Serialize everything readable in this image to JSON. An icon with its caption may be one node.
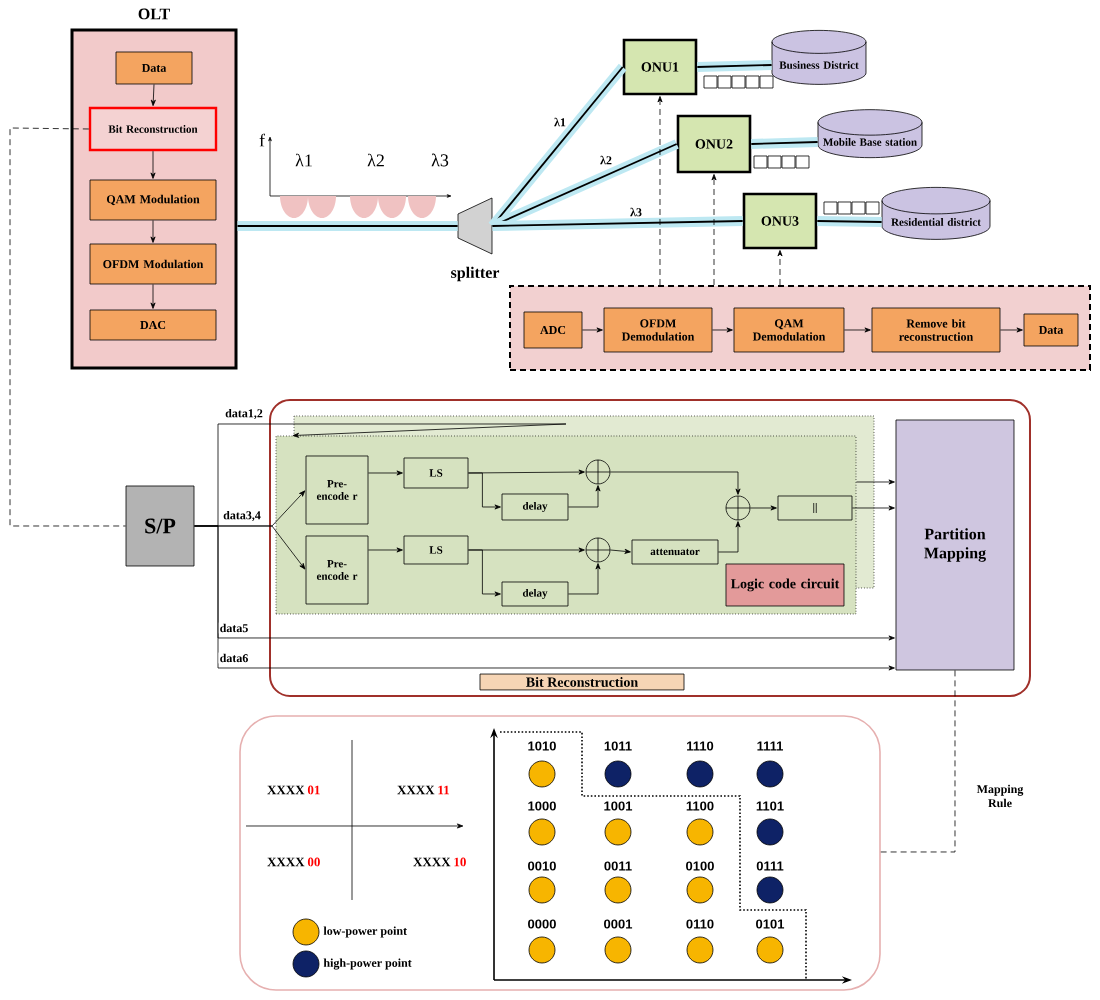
{
  "diagram": {
    "nodes": [
      {
        "text": [
          "OLT"
        ]
      },
      {
        "text": [
          "Data"
        ],
        "in": 0
      },
      {
        "text": [
          "Bit Reconstruction"
        ],
        "in": 0
      },
      {
        "text": [
          "QAM Modulation"
        ],
        "in": 0
      },
      {
        "text": [
          "OFDM Modulation"
        ],
        "in": 0
      },
      {
        "text": [
          "DAC"
        ],
        "in": 0
      },
      {
        "text": [
          "splitter"
        ]
      },
      {
        "text": [
          "ONU1"
        ]
      },
      {
        "text": [
          "Business District"
        ]
      },
      {
        "text": [
          "ONU2"
        ]
      },
      {
        "text": [
          "Mobile Base station"
        ]
      },
      {
        "text": [
          "ONU3"
        ]
      },
      {
        "text": [
          "Residential district"
        ]
      },
      {
        "text": [],
        "shape": "box"
      },
      {
        "text": [
          "ADC"
        ],
        "in": 13
      },
      {
        "text": [
          "OFDM Demodulation"
        ],
        "in": 13
      },
      {
        "text": [
          "QAM Demodulation"
        ],
        "in": 13
      },
      {
        "text": [
          "Remove bit reconstruction"
        ],
        "in": 13
      },
      {
        "text": [
          "Data"
        ],
        "in": 13
      },
      {
        "text": [
          "S/P"
        ]
      },
      {
        "text": [
          "Bit Reconstruction"
        ]
      },
      {
        "text": [],
        "shape": "box",
        "in": 20
      },
      {
        "text": [
          "Pre- encode r"
        ],
        "in": 21
      },
      {
        "text": [
          "Pre- encode r"
        ],
        "in": 21
      },
      {
        "text": [
          "LS"
        ],
        "in": 21
      },
      {
        "text": [
          "LS"
        ],
        "in": 21
      },
      {
        "text": [
          "delay"
        ],
        "in": 21
      },
      {
        "text": [
          "delay"
        ],
        "in": 21
      },
      {
        "text": [],
        "shape": "circle",
        "in": 21
      },
      {
        "text": [],
        "shape": "circle",
        "in": 21
      },
      {
        "text": [
          "attenuator"
        ],
        "in": 21
      },
      {
        "text": [],
        "shape": "circle",
        "in": 21
      },
      {
        "text": [
          "||"
        ],
        "in": 21
      },
      {
        "text": [
          "Logic code circuit"
        ],
        "in": 21
      },
      {
        "text": [
          "Partition Mapping"
        ],
        "in": 20
      },
      {
        "text": [],
        "shape": "box"
      }
    ],
    "edges": [
      {
        "from": 1,
        "to": 2,
        "arrow": "to"
      },
      {
        "from": 2,
        "to": 3,
        "arrow": "to"
      },
      {
        "from": 3,
        "to": 4,
        "arrow": "to"
      },
      {
        "from": 4,
        "to": 5,
        "arrow": "to"
      },
      {
        "from": 0,
        "to": 6,
        "arrow": "none",
        "style": "thick",
        "color": "#bde8f2"
      },
      {
        "from": 6,
        "to": 7,
        "arrow": "none",
        "label": "λ1",
        "style": "thick",
        "color": "#bde8f2"
      },
      {
        "from": 6,
        "to": 9,
        "arrow": "none",
        "label": "λ2",
        "style": "thick",
        "color": "#bde8f2"
      },
      {
        "from": 6,
        "to": 11,
        "arrow": "none",
        "label": "λ3",
        "style": "thick",
        "color": "#bde8f2"
      },
      {
        "from": 7,
        "to": 8,
        "arrow": "none",
        "style": "thick",
        "color": "#bde8f2"
      },
      {
        "from": 9,
        "to": 10,
        "arrow": "none",
        "style": "thick",
        "color": "#bde8f2"
      },
      {
        "from": 11,
        "to": 12,
        "arrow": "none",
        "style": "thick",
        "color": "#bde8f2"
      },
      {
        "from": 13,
        "to": 7,
        "arrow": "to",
        "style": "dashed"
      },
      {
        "from": 13,
        "to": 9,
        "arrow": "to",
        "style": "dashed"
      },
      {
        "from": 13,
        "to": 11,
        "arrow": "to",
        "style": "dashed"
      },
      {
        "from": 14,
        "to": 15,
        "arrow": "to"
      },
      {
        "from": 15,
        "to": 16,
        "arrow": "to"
      },
      {
        "from": 16,
        "to": 17,
        "arrow": "to"
      },
      {
        "from": 17,
        "to": 18,
        "arrow": "to"
      },
      {
        "from": 2,
        "to": 19,
        "arrow": "none",
        "style": "dashed"
      },
      {
        "from": 19,
        "to": 21,
        "arrow": "to",
        "label": "data1,2"
      },
      {
        "from": 19,
        "to": 22,
        "arrow": "to",
        "label": "data3,4"
      },
      {
        "from": 19,
        "to": 23,
        "arrow": "to"
      },
      {
        "from": 19,
        "to": 34,
        "arrow": "to",
        "label": "data5"
      },
      {
        "from": 19,
        "to": 34,
        "arrow": "to",
        "label": "data6"
      },
      {
        "from": 22,
        "to": 24,
        "arrow": "to"
      },
      {
        "from": 23,
        "to": 25,
        "arrow": "to"
      },
      {
        "from": 24,
        "to": 26,
        "arrow": "to"
      },
      {
        "from": 25,
        "to": 27,
        "arrow": "to"
      },
      {
        "from": 24,
        "to": 28,
        "arrow": "to"
      },
      {
        "from": 26,
        "to": 28,
        "arrow": "to"
      },
      {
        "from": 25,
        "to": 29,
        "arrow": "to"
      },
      {
        "from": 27,
        "to": 29,
        "arrow": "to"
      },
      {
        "from": 29,
        "to": 30,
        "arrow": "to"
      },
      {
        "from": 28,
        "to": 31,
        "arrow": "to"
      },
      {
        "from": 30,
        "to": 31,
        "arrow": "to"
      },
      {
        "from": 31,
        "to": 32,
        "arrow": "to"
      },
      {
        "from": 32,
        "to": 34,
        "arrow": "to"
      },
      {
        "from": 21,
        "to": 34,
        "arrow": "to"
      },
      {
        "from": 34,
        "to": 35,
        "arrow": "none",
        "style": "dashed",
        "label": "Mapping Rule"
      }
    ],
    "labels": [
      "f",
      "λ1",
      "λ2",
      "λ3",
      "XXXX",
      "01",
      "XXXX",
      "11",
      "XXXX",
      "00",
      "XXXX",
      "10",
      "1010",
      "1011",
      "1110",
      "1111",
      "1000",
      "1001",
      "1100",
      "1101",
      "0010",
      "0011",
      "0100",
      "0111",
      "0000",
      "0001",
      "0110",
      "0101"
    ],
    "legend": [
      {
        "text": "low-power point",
        "color": "#f7b500"
      },
      {
        "text": "high-power point",
        "color": "#0e2266"
      }
    ]
  }
}
